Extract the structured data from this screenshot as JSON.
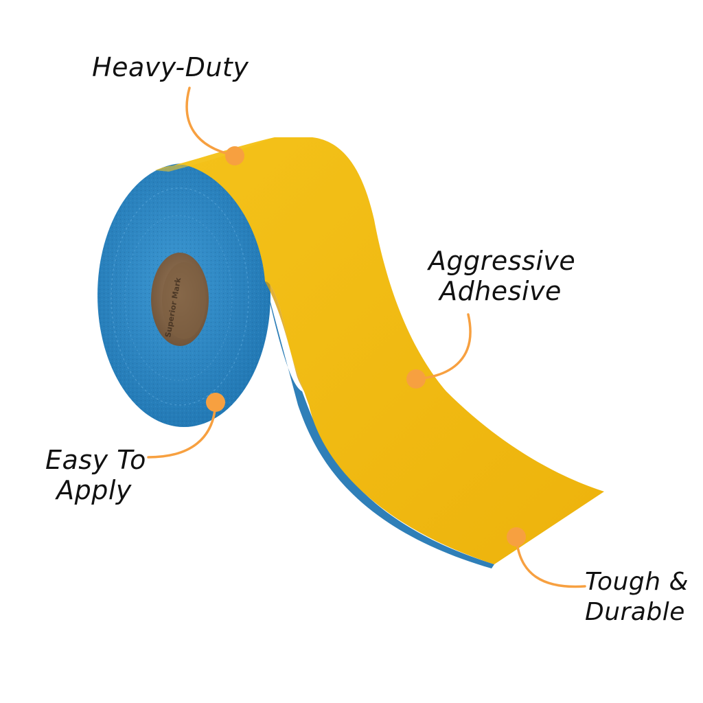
{
  "callouts": {
    "heavy_duty": {
      "lines": [
        "Heavy-Duty"
      ]
    },
    "aggressive_adhesive": {
      "lines": [
        "Aggressive",
        "Adhesive"
      ]
    },
    "easy_to_apply": {
      "lines": [
        "Easy To",
        "Apply"
      ]
    },
    "tough_durable": {
      "lines": [
        "Tough &",
        "Durable"
      ]
    }
  },
  "core_print": "Superior Mark",
  "colors": {
    "tape_yellow": "#F2BC12",
    "tape_shade": "#E3AA0B",
    "roll_blue": "#2F88C4",
    "roll_blue_dark": "#1F6FA8",
    "core_brown": "#8A6A4C",
    "accent_orange": "#F7A040",
    "text": "#111111"
  }
}
